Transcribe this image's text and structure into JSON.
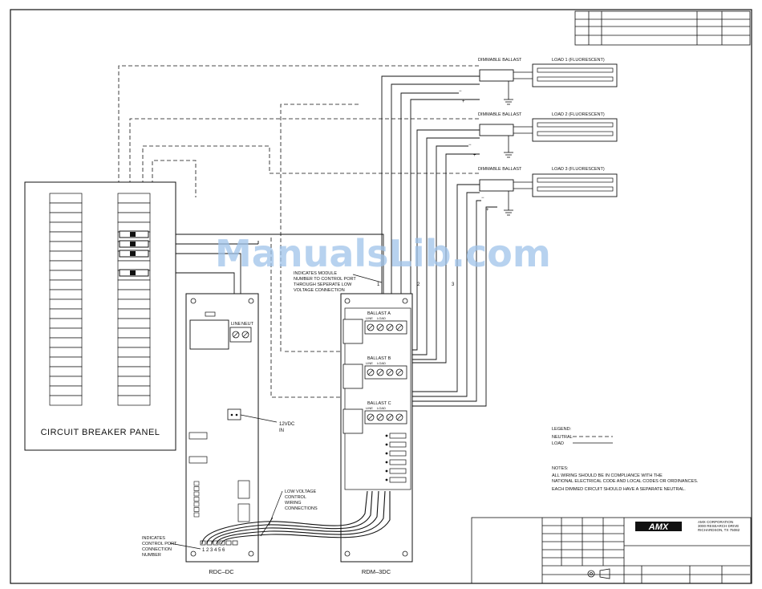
{
  "watermark": "ManualsLib.com",
  "panel": {
    "title": "CIRCUIT BREAKER PANEL"
  },
  "loads": [
    {
      "ballast_label": "DIMMABLE BALLAST",
      "load_label": "LOAD 1 (FLUORESCENT)"
    },
    {
      "ballast_label": "DIMMABLE BALLAST",
      "load_label": "LOAD 2 (FLUORESCENT)"
    },
    {
      "ballast_label": "DIMMABLE BALLAST",
      "load_label": "LOAD 3 (FLUORESCENT)"
    }
  ],
  "polarity": {
    "minus": "−",
    "plus": "+"
  },
  "port_numbers": [
    "1",
    "2",
    "3"
  ],
  "rdc": {
    "name": "RDC–DC",
    "line_label": "LINE",
    "neut_label": "NEUT",
    "power_label_1": "12VDC",
    "power_label_2": "IN",
    "port_numbers": "1 2 3 4 5 6"
  },
  "rdm": {
    "name": "RDM–3DC",
    "ballast_labels": [
      "BALLAST A",
      "BALLAST B",
      "BALLAST C"
    ],
    "line_label": "LINE",
    "load_label": "LOAD"
  },
  "callouts": {
    "module_1": "INDICATES MODULE",
    "module_2": "NUMBER TO CONTROL PORT",
    "module_3": "THROUGH SEPERATE LOW",
    "module_4": "VOLTAGE CONNECTION",
    "lowv_1": "LOW VOLTAGE",
    "lowv_2": "CONTROL",
    "lowv_3": "WIRING",
    "lowv_4": "CONNECTIONS",
    "port_1": "INDICATES",
    "port_2": "CONTROL PORT",
    "port_3": "CONNECTION",
    "port_4": "NUMBER"
  },
  "legend": {
    "title": "LEGEND:",
    "neutral": "NEUTRAL",
    "load": "LOAD"
  },
  "notes": {
    "title": "NOTES:",
    "line1": "ALL WIRING SHOULD BE IN COMPLIANCE WITH THE",
    "line2": "NATIONAL ELECTRICAL CODE AND LOCAL CODES OR ORDINANCES.",
    "line3": "EACH DIMMED CIRCUIT SHOULD HAVE A SEPARATE NEUTRAL."
  },
  "title_block": {
    "logo": "AMX",
    "company_1": "AMX CORPORATION",
    "company_2": "3000 RESEARCH DRIVE",
    "company_3": "RICHARDSON, TX 75082"
  }
}
